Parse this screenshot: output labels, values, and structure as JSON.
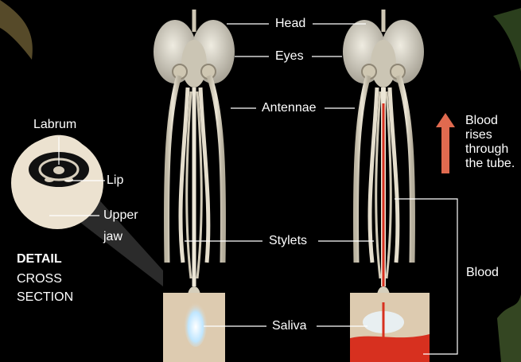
{
  "labels": {
    "head": "Head",
    "eyes": "Eyes",
    "antennae": "Antennae",
    "stylets": "Stylets",
    "saliva": "Saliva",
    "blood": "Blood",
    "labrum": "Labrum",
    "lip": "Lip",
    "upper_jaw_line1": "Upper",
    "upper_jaw_line2": "jaw",
    "detail": "DETAIL",
    "cross": "CROSS",
    "section": "SECTION",
    "blood_rises": [
      "Blood",
      "rises",
      "through",
      "the tube."
    ]
  },
  "colors": {
    "background": "#000000",
    "body": "#d9d2bf",
    "blood": "#d7301f",
    "arrow": "#e06a4f",
    "saliva": "#e9f6ff",
    "skin": "#ddcbb0",
    "leader": "#ffffff"
  }
}
